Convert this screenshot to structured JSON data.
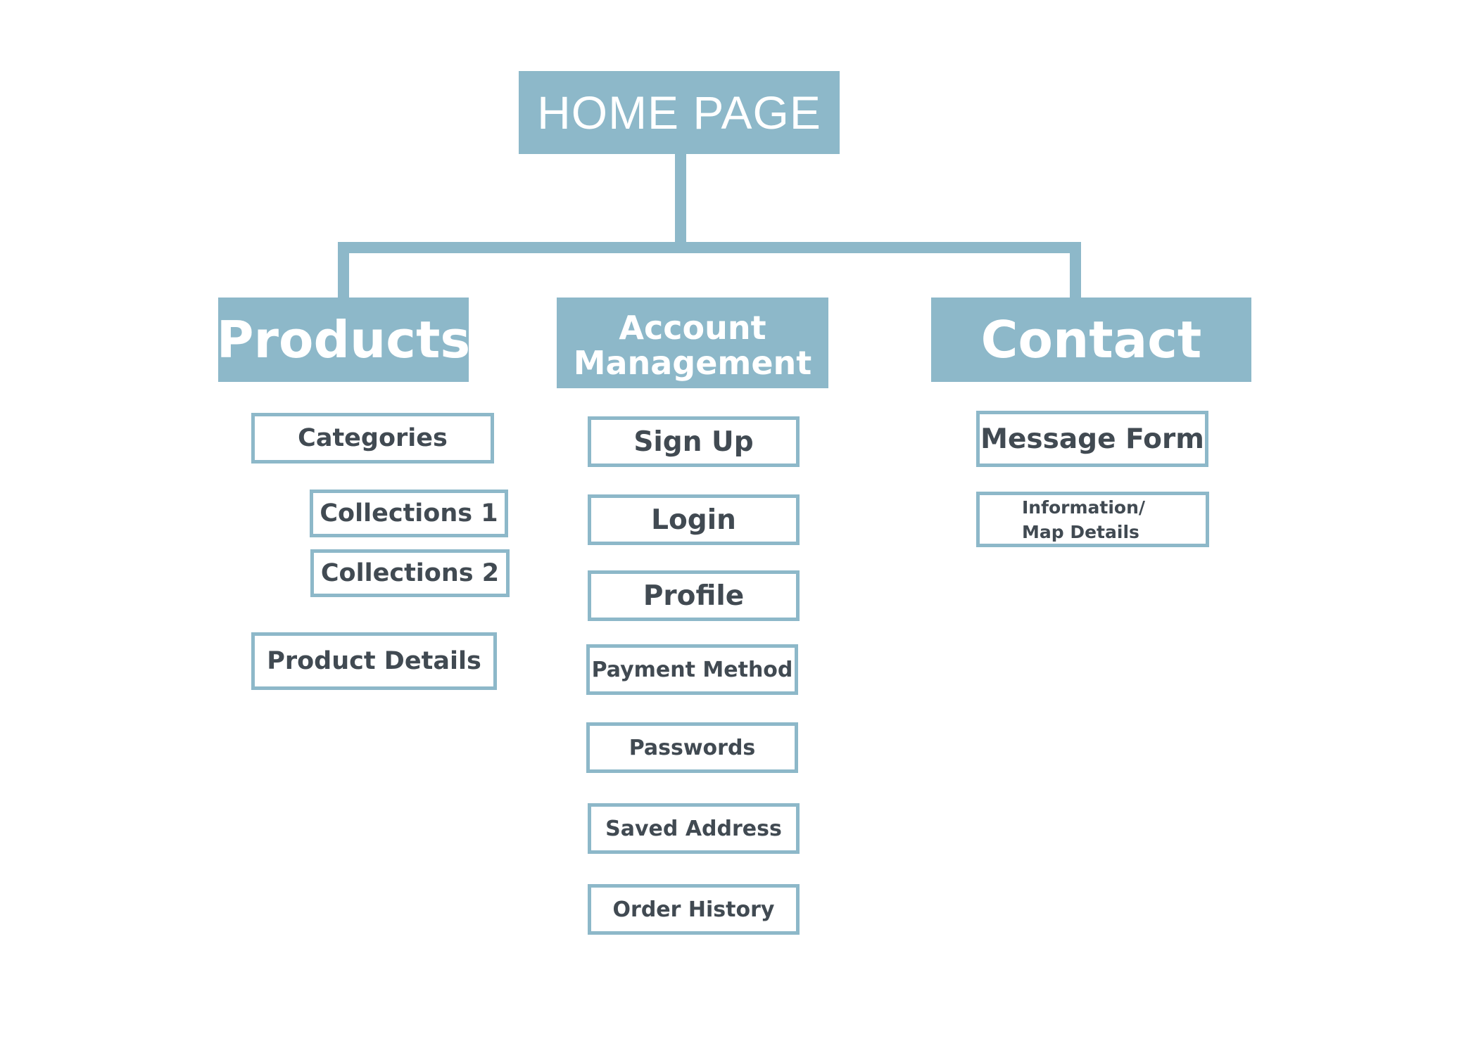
{
  "diagram": {
    "root": {
      "label": "HOME PAGE"
    },
    "sections": {
      "products": {
        "label": "Products"
      },
      "account": {
        "line1": "Account",
        "line2": "Management"
      },
      "contact": {
        "label": "Contact"
      }
    },
    "products_pages": {
      "categories": "Categories",
      "collections_1": "Collections 1",
      "collections_2": "Collections 2",
      "product_details": "Product Details"
    },
    "account_pages": {
      "sign_up": "Sign Up",
      "login": "Login",
      "profile": "Profile",
      "payment_method": "Payment Method",
      "passwords": "Passwords",
      "saved_address": "Saved Address",
      "order_history": "Order History"
    },
    "contact_pages": {
      "message_form": "Message Form",
      "information_line1": "Information/",
      "information_line2": "Map Details"
    },
    "colors": {
      "box_fill": "#8db8c9",
      "box_text": "#ffffff",
      "leaf_border": "#8db8c9",
      "leaf_text": "#414a52",
      "background": "#ffffff"
    }
  }
}
